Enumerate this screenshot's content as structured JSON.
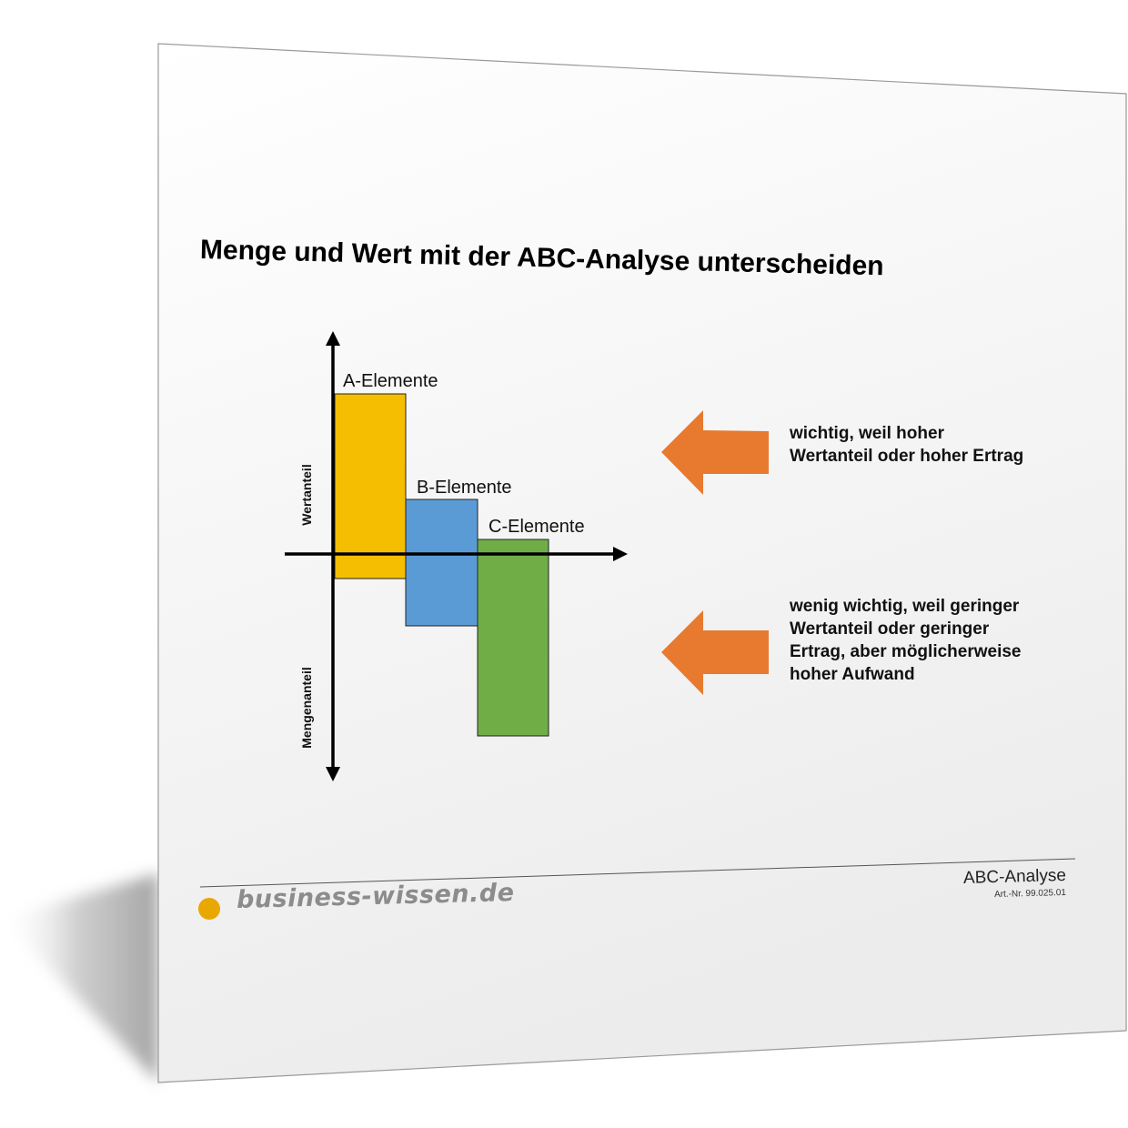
{
  "title": "Menge und Wert mit der ABC-Analyse unterscheiden",
  "diagram": {
    "axis_top_label": "Wertanteil",
    "axis_bottom_label": "Mengenanteil",
    "elements": [
      {
        "label": "A-Elemente",
        "color": "#F6BE00"
      },
      {
        "label": "B-Elemente",
        "color": "#5B9BD5"
      },
      {
        "label": "C-Elemente",
        "color": "#70AD47"
      }
    ],
    "arrow_color": "#E87A30"
  },
  "notes": {
    "top": "wichtig, weil hoher Wertanteil oder hoher Ertrag",
    "bottom": "wenig wichtig, weil geringer Wertanteil oder geringer Ertrag, aber möglicherweise hoher Aufwand"
  },
  "footer": {
    "brand": "business-wissen.de",
    "brand_dot_color": "#E9A800",
    "doc_title": "ABC-Analyse",
    "doc_number": "Art.-Nr. 99.025.01"
  }
}
